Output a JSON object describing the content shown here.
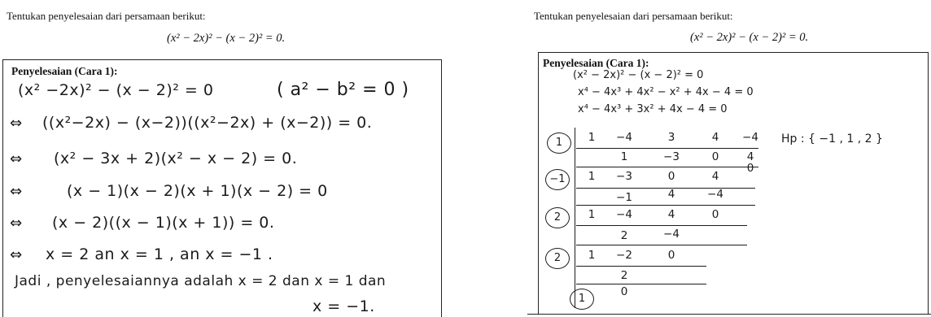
{
  "problem": {
    "prompt": "Tentukan penyelesaian dari persamaan berikut:",
    "equation": "(x² − 2x)² − (x − 2)² = 0."
  },
  "cara1": {
    "title": "Penyelesaian (Cara 1):",
    "lines": [
      {
        "mark": "",
        "text": "(x² −2x)²  − (x − 2)² = 0"
      },
      {
        "mark": "⇔",
        "text": "((x²−2x) − (x−2))((x²−2x) + (x−2)) = 0."
      },
      {
        "mark": "⇔",
        "text": "(x² − 3x + 2)(x² − x − 2) = 0."
      },
      {
        "mark": "⇔",
        "text": "(x − 1)(x − 2)(x + 1)(x − 2)   = 0"
      },
      {
        "mark": "⇔",
        "text": "(x − 2)((x − 1)(x + 1))  = 0."
      },
      {
        "mark": "⇔",
        "text": "x = 2  an x = 1 , an x = −1 ."
      }
    ],
    "identity": "( a² − b² = 0 )",
    "conclusion": "Jadi , penyelesaiannya  adalah  x = 2  dan  x = 1  dan",
    "conclusion_tail": "x = −1."
  },
  "cara2": {
    "title": "Penyelesaian (Cara 1):",
    "work": [
      "(x² − 2x)² − (x − 2)² = 0",
      "x⁴ − 4x³ + 4x² − x² + 4x − 4 = 0",
      "x⁴ − 4x³ + 3x² + 4x − 4 = 0"
    ],
    "hp": "Hp : { −1 , 1 , 2 }",
    "synthetic": [
      {
        "root": "1",
        "coefs": [
          "1",
          "−4",
          "3",
          "4",
          "−4"
        ],
        "products": [
          "1",
          "−3",
          "0",
          "4"
        ],
        "remainder": "0"
      },
      {
        "root": "−1",
        "coefs": [
          "1",
          "−3",
          "0",
          "4"
        ],
        "products": [
          "−1",
          "4",
          "−4"
        ]
      },
      {
        "root": "2",
        "coefs": [
          "1",
          "−4",
          "4",
          "0"
        ],
        "products": [
          "2",
          "−4"
        ]
      },
      {
        "root": "2",
        "coefs": [
          "1",
          "−2",
          "0"
        ],
        "products": [
          "2"
        ]
      },
      {
        "root": "1",
        "coefs": [
          "0"
        ]
      }
    ]
  }
}
